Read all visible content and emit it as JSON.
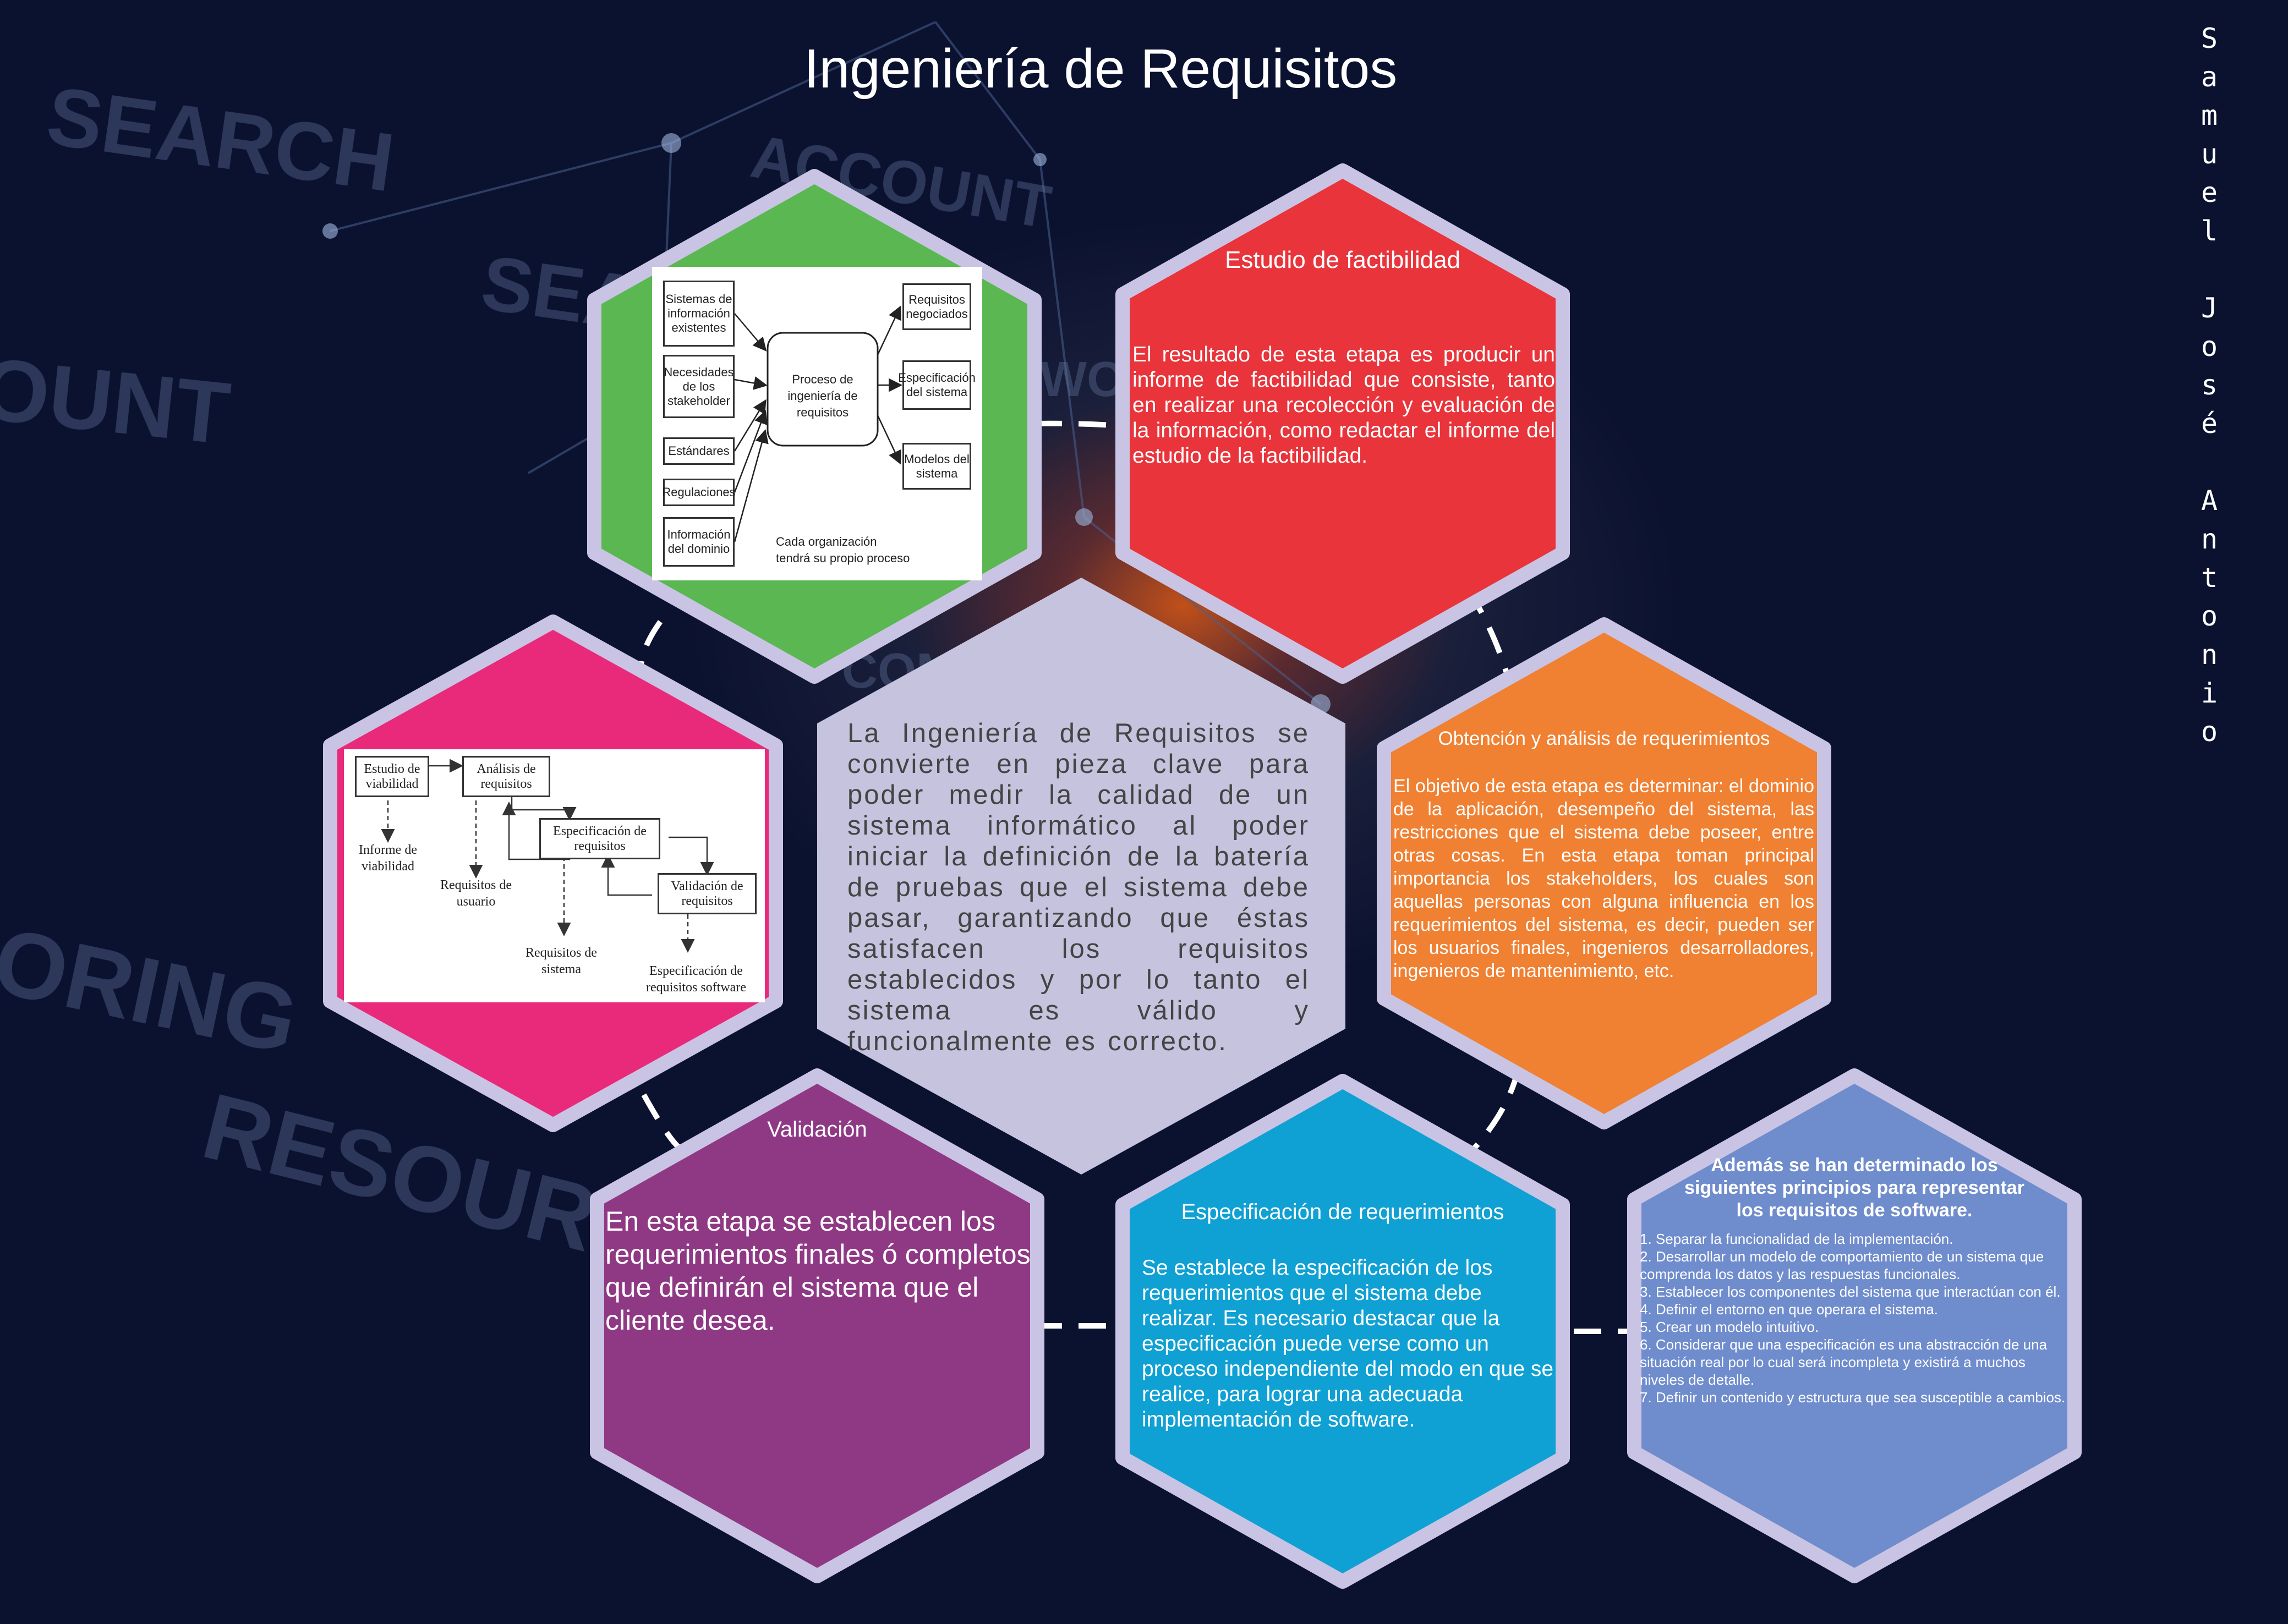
{
  "title": "Ingeniería de Requisitos",
  "author": [
    "S",
    "a",
    "m",
    "u",
    "e",
    "l",
    "",
    "J",
    "o",
    "s",
    "é",
    "",
    "A",
    "n",
    "t",
    "o",
    "n",
    "i",
    "o"
  ],
  "colors": {
    "hex_border": "#c9c4e4",
    "green": "#5bb751",
    "red": "#e8343a",
    "pink": "#e92a7a",
    "center": "#c6c3df",
    "orange": "#f08032",
    "purple": "#8f3985",
    "blue": "#0fa0d4",
    "periwinkle": "#6f8ccd"
  },
  "center": {
    "text": "La Ingeniería de Requisitos se convierte en pieza clave para poder medir la calidad de un sistema informático al poder iniciar la definición de la batería de pruebas que el sistema debe pasar, garantizando que éstas satisfacen los requisitos establecidos y por lo tanto el sistema es válido y funcionalmente es correcto."
  },
  "factibilidad": {
    "heading": "Estudio de factibilidad",
    "body": "El resultado de esta etapa es producir un informe de factibilidad que consiste, tanto en realizar una recolección y evaluación de la información, como redactar el informe del estudio de la factibilidad."
  },
  "obtencion": {
    "heading": "Obtención y análisis de requerimientos",
    "body": "El objetivo de esta etapa es determinar: el dominio de la aplicación, desempeño del sistema, las restricciones que el sistema debe poseer, entre otras cosas. En esta etapa toman principal importancia los stakeholders, los cuales son aquellas personas con alguna influencia en los requerimientos del sistema, es decir, pueden ser los usuarios finales, ingenieros desarrolladores, ingenieros de mantenimiento, etc."
  },
  "validacion": {
    "heading": "Validación",
    "body": "En esta etapa se establecen los requerimientos finales ó completos que definirán el sistema que el cliente desea."
  },
  "especificacion": {
    "heading": "Especificación de requerimientos",
    "body": "Se establece la especificación de los requerimientos que el sistema debe realizar. Es necesario destacar que la especificación puede verse como un proceso independiente del modo en que se realice, para lograr una adecuada implementación de software."
  },
  "principios": {
    "heading": "Además se han determinado los siguientes principios para representar los requisitos de software.",
    "items": [
      "1. Separar la funcionalidad de la implementación.",
      "2. Desarrollar un modelo de comportamiento de un sistema que comprenda los datos y las respuestas funcionales.",
      "3. Establecer los componentes del sistema que interactúan con él.",
      "4. Definir el entorno en que operara el sistema.",
      "5. Crear un modelo intuitivo.",
      "6. Considerar que una especificación es una abstracción de una situación real por lo cual será incompleta y existirá a muchos niveles de detalle.",
      "7. Definir un contenido y estructura que sea susceptible a cambios."
    ]
  },
  "diagram1": {
    "inputs": [
      "Sistemas de información existentes",
      "Necesidades de los stakeholder",
      "Estándares",
      "Regulaciones",
      "Información del dominio"
    ],
    "process": "Proceso de ingeniería de requisitos",
    "outputs": [
      "Requisitos negociados",
      "Especificación del sistema",
      "Modelos del sistema"
    ],
    "note": "Cada organización tendrá su propio proceso"
  },
  "diagram2": {
    "box1": "Estudio de viabilidad",
    "box2": "Análisis de requisitos",
    "box3": "Especificación de requisitos",
    "box4": "Validación de requisitos",
    "out1": "Informe de viabilidad",
    "out2": "Requisitos de usuario",
    "out3": "Requisitos de sistema",
    "out4": "Especificación de requisitos software"
  },
  "background_words": [
    "SEARCH",
    "ACCOUNT",
    "WORK",
    "COMMU",
    "RESOURCE",
    "ORING",
    "SEAR",
    "OUNT"
  ]
}
